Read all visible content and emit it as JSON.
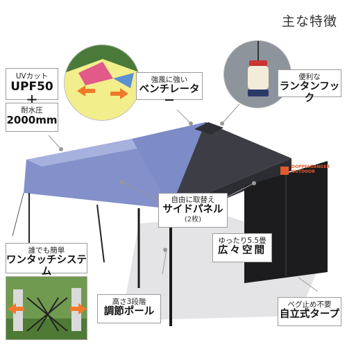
{
  "heading": "主な特徴",
  "logo_text": [
    "DOPPELGANGER",
    "OUTDOOR"
  ],
  "callouts": {
    "uv": {
      "small": "UVカット",
      "big": "UPF50＋"
    },
    "water": {
      "small": "耐水圧",
      "big": "2000mm"
    },
    "vent": {
      "small": "強風に強い",
      "big": "ベンチレーター"
    },
    "lantern": {
      "small": "便利な",
      "big": "ランタンフック"
    },
    "panel": {
      "small": "自由に取替え",
      "big": "サイドパネル",
      "note": "(2枚)"
    },
    "space": {
      "small": "ゆったり5.5畳",
      "big": "広々空間"
    },
    "onetouch": {
      "small": "誰でも簡単",
      "big": "ワンタッチシステム"
    },
    "pole": {
      "small": "高さ3段階",
      "big": "調節ポール"
    },
    "tarp": {
      "small": "ペグ止め不要",
      "big": "自立式タープ"
    }
  },
  "colors": {
    "canopy_blue": "#7e8cc4",
    "canopy_dark": "#3e3f45",
    "panel_black": "#1c1c1e",
    "floor": "#e4e4e6",
    "accent_red": "#e05a2a",
    "arrow_orange": "#f07a2a"
  }
}
